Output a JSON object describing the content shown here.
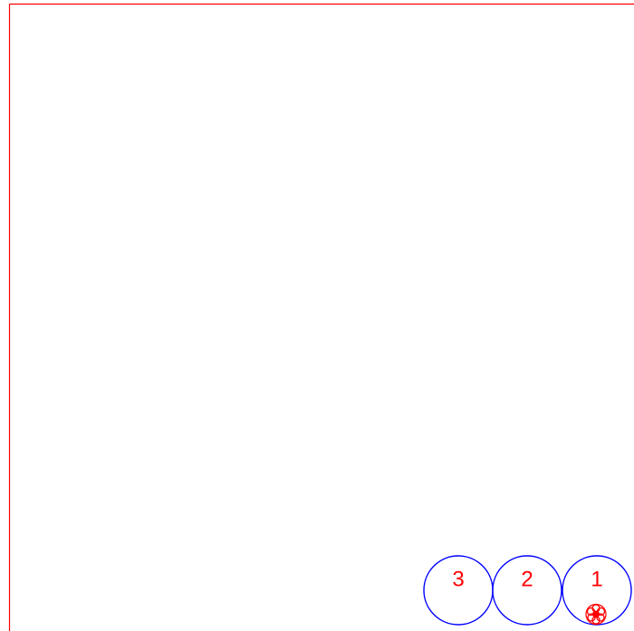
{
  "colors": {
    "frame": "#ff0000",
    "circle_outline": "#0000ff",
    "label": "#ff0000",
    "cluster": "#ff0000"
  },
  "circles": [
    {
      "label": "3"
    },
    {
      "label": "2"
    },
    {
      "label": "1"
    }
  ],
  "cluster_icon": "flower-cluster-icon"
}
